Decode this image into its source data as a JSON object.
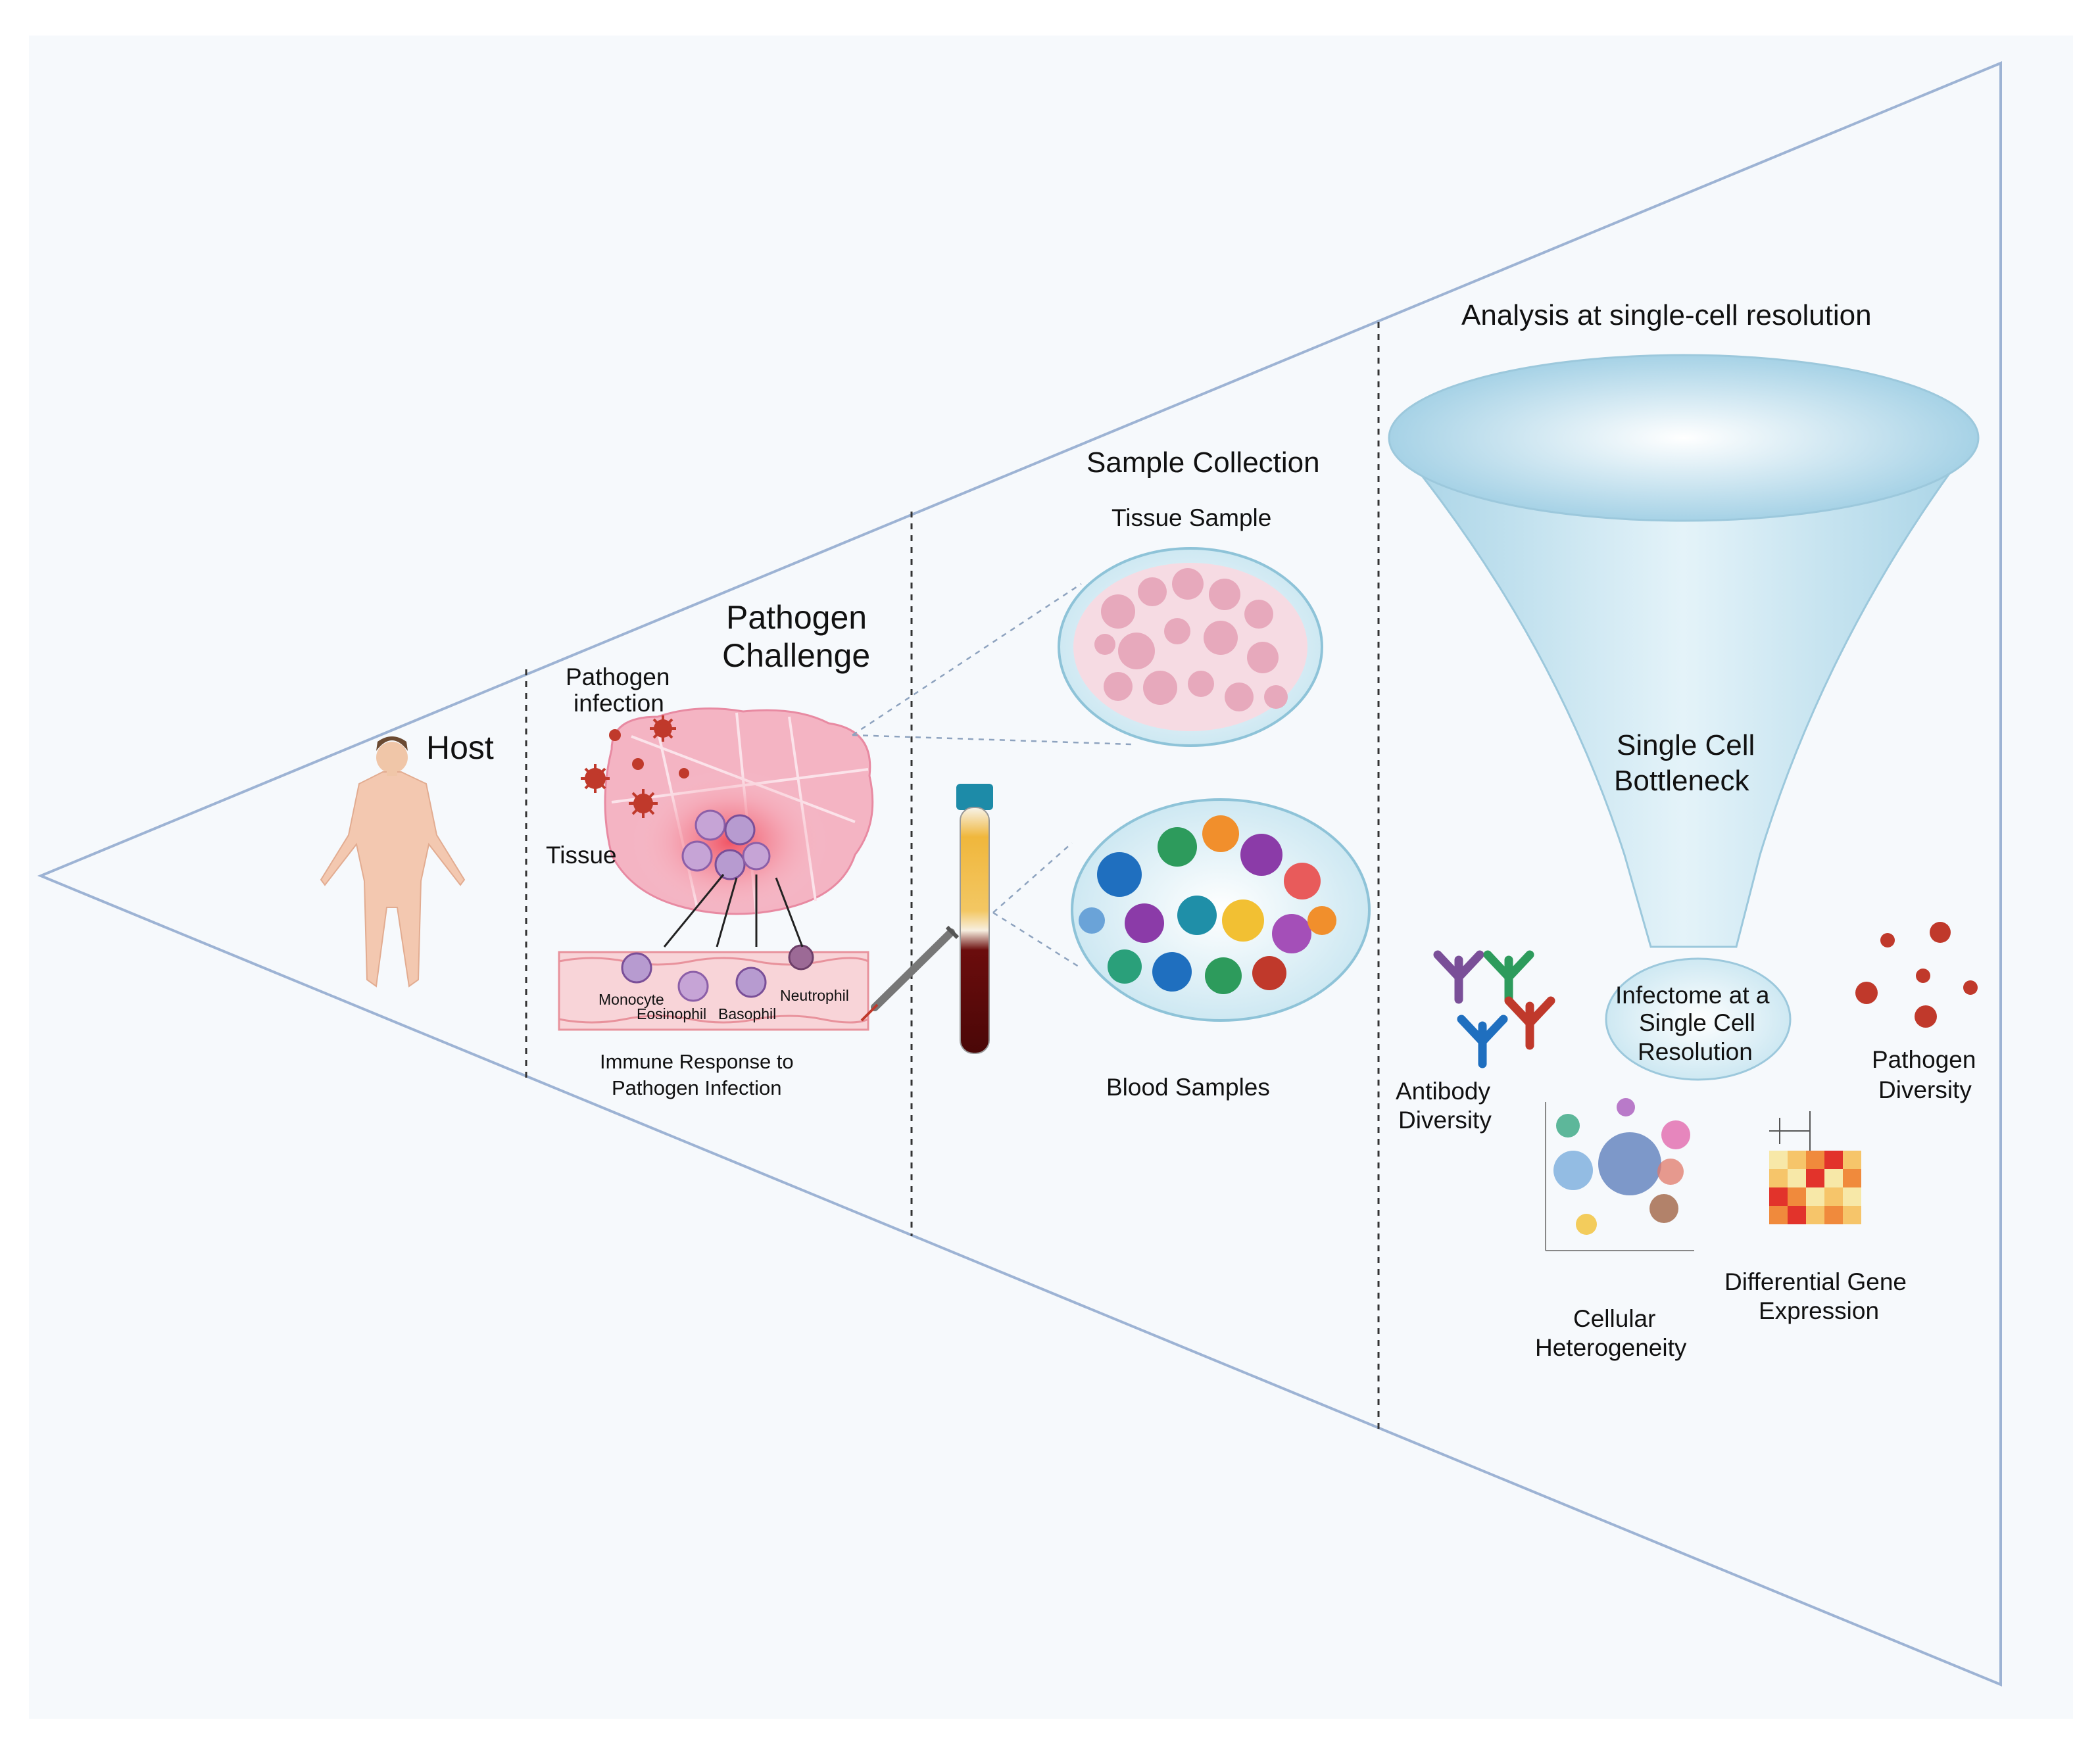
{
  "stages": {
    "host": "Host",
    "pathogen_challenge": [
      "Pathogen",
      "Challenge"
    ],
    "sample_collection": "Sample Collection",
    "analysis": "Analysis at single-cell resolution"
  },
  "pathogen_panel": {
    "infection": [
      "Pathogen",
      "infection"
    ],
    "tissue": "Tissue",
    "cells": {
      "monocyte": "Monocyte",
      "eosinophil": "Eosinophil",
      "basophil": "Basophil",
      "neutrophil": "Neutrophil"
    },
    "caption": [
      "Immune Response to",
      "Pathogen Infection"
    ]
  },
  "sample_panel": {
    "tissue_sample": "Tissue Sample",
    "blood_samples": "Blood Samples"
  },
  "analysis_panel": {
    "bottleneck": [
      "Single Cell",
      "Bottleneck"
    ],
    "infectome": [
      "Infectome at a",
      "Single Cell",
      "Resolution"
    ],
    "antibody": [
      "Antibody",
      "Diversity"
    ],
    "pathogen_diversity": [
      "Pathogen",
      "Diversity"
    ],
    "cellular": [
      "Cellular",
      "Heterogeneity"
    ],
    "gene_expression": [
      "Differential Gene",
      "Expression"
    ]
  },
  "colors": {
    "background": "#f6f9fc",
    "triangle_stroke": "#9db3d4",
    "funnel": "#bfe0ee",
    "pathogen": "#c0392b",
    "tissue": "#f2a3b8",
    "blood": "#6b0d0d",
    "plasma": "#f0b73c"
  }
}
